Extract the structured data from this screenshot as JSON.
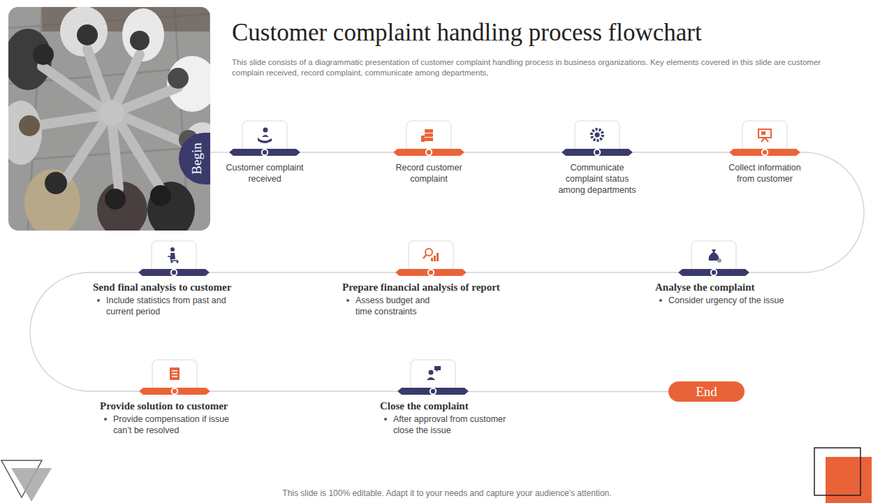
{
  "diagram": {
    "title": "Customer complaint handling process flowchart",
    "nodes": [
      {
        "text": [
          "Begin"
        ]
      },
      {
        "text": [
          "Customer complaint received"
        ]
      },
      {
        "text": [
          "Record customer complaint"
        ]
      },
      {
        "text": [
          "Communicate complaint status among departments"
        ]
      },
      {
        "text": [
          "Collect information from customer"
        ]
      },
      {
        "text": [
          "Analyse the complaint",
          "Consider urgency of the issue"
        ]
      },
      {
        "text": [
          "Prepare financial analysis of report",
          "Assess budget and time constraints"
        ]
      },
      {
        "text": [
          "Send final analysis to customer",
          "Include statistics from past and current period"
        ]
      },
      {
        "text": [
          "Provide solution to customer",
          "Provide compensation if issue can’t be resolved"
        ]
      },
      {
        "text": [
          "Close the complaint",
          "After approval from customer close the issue"
        ]
      },
      {
        "text": [
          "End"
        ]
      }
    ],
    "edges": [
      {
        "from": 0,
        "to": 1,
        "arrow": "none"
      },
      {
        "from": 1,
        "to": 2,
        "arrow": "none"
      },
      {
        "from": 2,
        "to": 3,
        "arrow": "none"
      },
      {
        "from": 3,
        "to": 4,
        "arrow": "none"
      },
      {
        "from": 4,
        "to": 5,
        "arrow": "none"
      },
      {
        "from": 5,
        "to": 6,
        "arrow": "none"
      },
      {
        "from": 6,
        "to": 7,
        "arrow": "none"
      },
      {
        "from": 7,
        "to": 8,
        "arrow": "none"
      },
      {
        "from": 8,
        "to": 9,
        "arrow": "none"
      },
      {
        "from": 9,
        "to": 10,
        "arrow": "none"
      }
    ],
    "labels": [
      "This slide consists of a diagrammatic presentation of customer complaint handling process in business organizations. Key elements covered in this slide are customer complain received, record complaint, communicate among departments,",
      "This slide is 100% editable. Adapt it to your needs and capture your audience's attention."
    ]
  }
}
